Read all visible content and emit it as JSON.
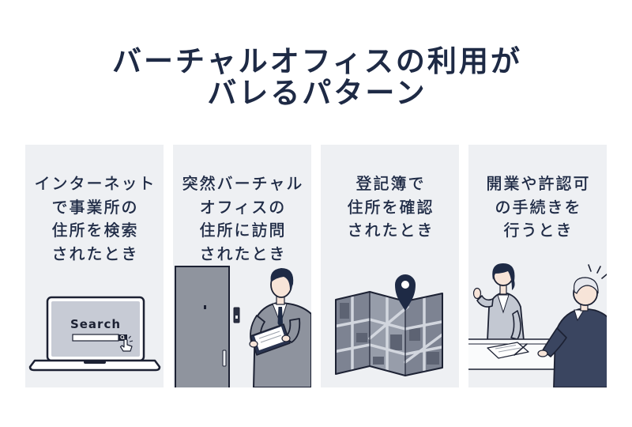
{
  "title": {
    "lines": [
      "バーチャルオフィスの利用が",
      "バレるパターン"
    ]
  },
  "panels": [
    {
      "lines": [
        "インターネット",
        "で事業所の",
        "住所を検索",
        "されたとき"
      ],
      "illustration": "laptop-search-illustration",
      "screen_text": "Search"
    },
    {
      "lines": [
        "突然バーチャル",
        "オフィスの",
        "住所に訪問",
        "されたとき"
      ],
      "illustration": "visitor-at-door-illustration"
    },
    {
      "lines": [
        "登記簿で",
        "住所を確認",
        "されたとき"
      ],
      "illustration": "map-with-location-pin-illustration"
    },
    {
      "lines": [
        "開業や許認可",
        "の手続きを",
        "行うとき"
      ],
      "illustration": "office-consultation-illustration"
    }
  ],
  "colors": {
    "text": "#1e2a45",
    "panel_bg": "#eef0f3",
    "ink": "#1c2133"
  }
}
